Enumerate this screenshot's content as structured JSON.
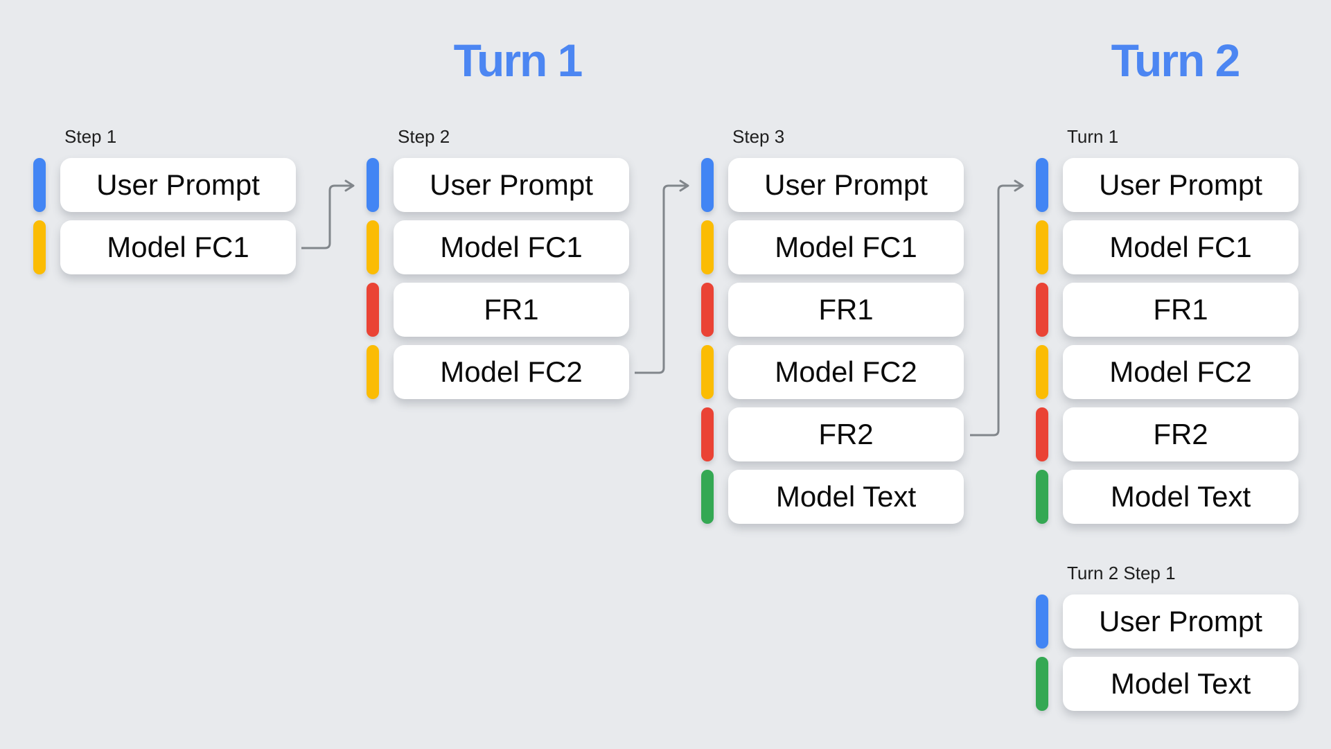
{
  "headings": {
    "turn1": "Turn 1",
    "turn2": "Turn 2"
  },
  "colors": {
    "user": "#4285F4",
    "fc": "#FBBC04",
    "fr": "#EA4335",
    "text": "#34A853",
    "heading_blue": "#4C86F2",
    "arrow_gray": "#81868B",
    "background": "#E8EAED",
    "box_white": "#FFFFFF"
  },
  "columns": [
    {
      "label": "Step 1",
      "rows": [
        {
          "type": "user",
          "label": "User Prompt"
        },
        {
          "type": "fc",
          "label": "Model FC1"
        }
      ]
    },
    {
      "label": "Step 2",
      "rows": [
        {
          "type": "user",
          "label": "User Prompt"
        },
        {
          "type": "fc",
          "label": "Model FC1"
        },
        {
          "type": "fr",
          "label": "FR1"
        },
        {
          "type": "fc",
          "label": "Model FC2"
        }
      ]
    },
    {
      "label": "Step 3",
      "rows": [
        {
          "type": "user",
          "label": "User Prompt"
        },
        {
          "type": "fc",
          "label": "Model FC1"
        },
        {
          "type": "fr",
          "label": "FR1"
        },
        {
          "type": "fc",
          "label": "Model FC2"
        },
        {
          "type": "fr",
          "label": "FR2"
        },
        {
          "type": "text",
          "label": "Model Text"
        }
      ]
    },
    {
      "label": "Turn 1",
      "rows": [
        {
          "type": "user",
          "label": "User Prompt"
        },
        {
          "type": "fc",
          "label": "Model FC1"
        },
        {
          "type": "fr",
          "label": "FR1"
        },
        {
          "type": "fc",
          "label": "Model FC2"
        },
        {
          "type": "fr",
          "label": "FR2"
        },
        {
          "type": "text",
          "label": "Model Text"
        }
      ]
    },
    {
      "label": "Turn 2 Step 1",
      "rows": [
        {
          "type": "user",
          "label": "User Prompt"
        },
        {
          "type": "text",
          "label": "Model Text"
        }
      ]
    }
  ]
}
